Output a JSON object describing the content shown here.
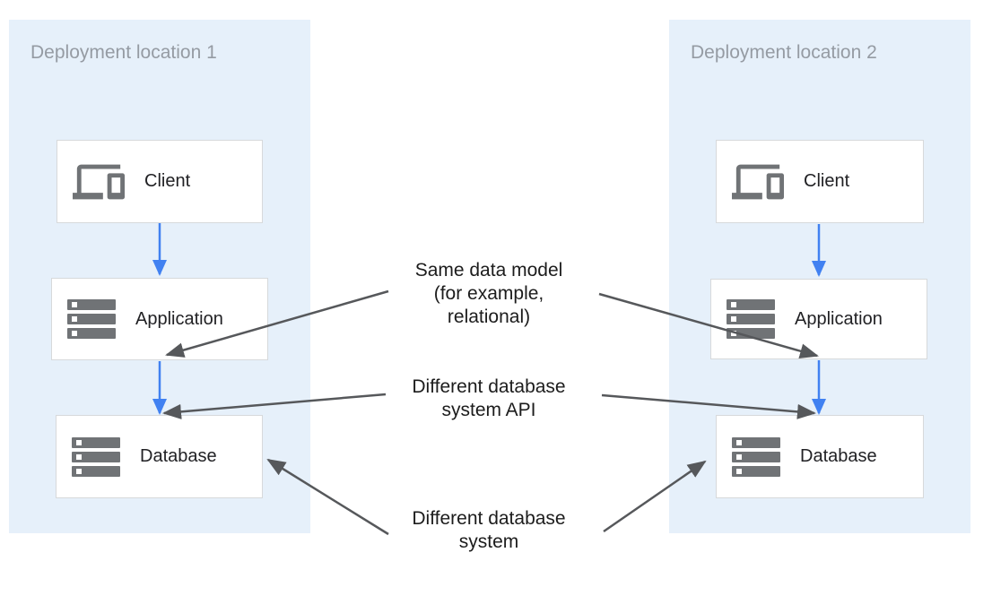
{
  "colors": {
    "page-bg": "#FFFFFF",
    "panel-bg": "#E6F0FA",
    "panel-title": "#959BA3",
    "box-bg": "#FFFFFF",
    "box-border": "#D7D9DB",
    "label-text": "#212124",
    "icon-gray": "#707376",
    "arrow-blue": "#4181F1",
    "arrow-gray": "#56585B",
    "annotation-text": "#1C1C1C"
  },
  "panels": [
    {
      "title": "Deployment location 1",
      "boxes": [
        {
          "label": "Client",
          "icon": "devices-icon"
        },
        {
          "label": "Application",
          "icon": "storage-icon"
        },
        {
          "label": "Database",
          "icon": "storage-icon"
        }
      ]
    },
    {
      "title": "Deployment location 2",
      "boxes": [
        {
          "label": "Client",
          "icon": "devices-icon"
        },
        {
          "label": "Application",
          "icon": "storage-icon"
        },
        {
          "label": "Database",
          "icon": "storage-icon"
        }
      ]
    }
  ],
  "annotations": [
    {
      "lines": [
        "Same data model",
        "(for example,",
        "relational)"
      ]
    },
    {
      "lines": [
        "Different database",
        "system API"
      ]
    },
    {
      "lines": [
        "Different database",
        "system"
      ]
    }
  ]
}
